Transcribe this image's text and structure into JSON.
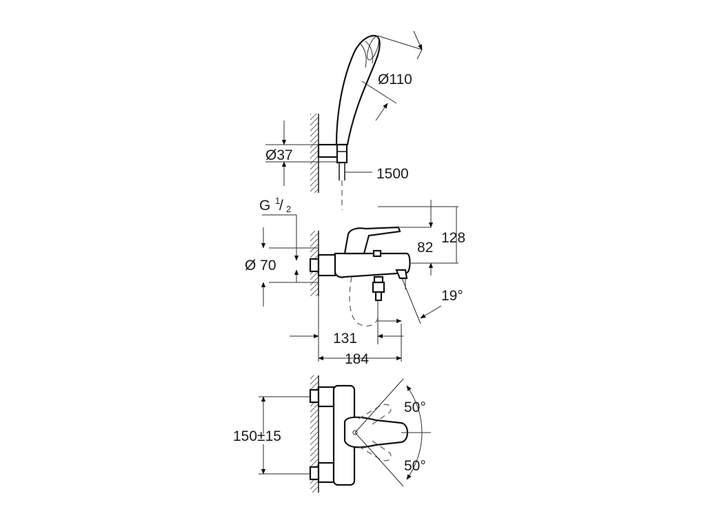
{
  "dimensions": {
    "shower_head_diameter": "Ø110",
    "holder_diameter": "Ø37",
    "hose_length": "1500",
    "thread": "G",
    "thread_fraction_num": "1",
    "thread_fraction_den": "2",
    "flange_diameter": "Ø 70",
    "height_total": "128",
    "height_spout": "82",
    "spout_angle": "19°",
    "depth_outlet": "131",
    "depth_total": "184",
    "centers": "150±15",
    "lever_angle_top": "50°",
    "lever_angle_bottom": "50°"
  }
}
